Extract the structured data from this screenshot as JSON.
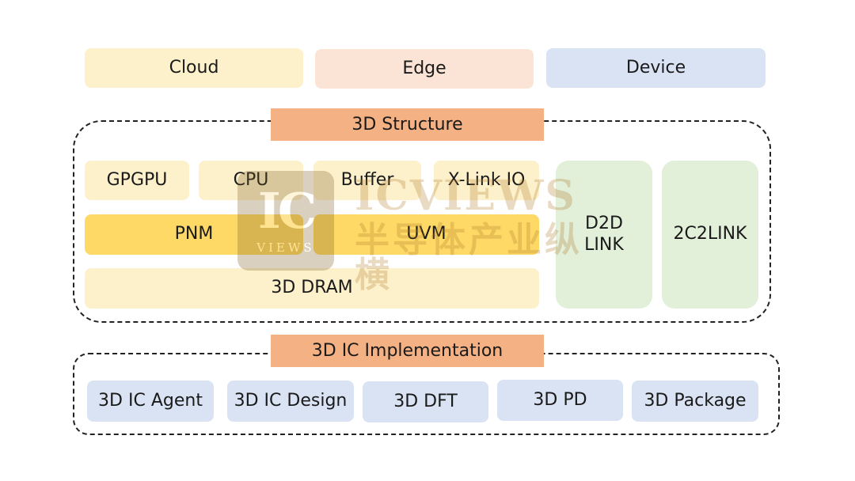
{
  "colors": {
    "cloud": "#fdf1cc",
    "edge": "#fbe4d5",
    "device": "#dae3f3",
    "header": "#f4b183",
    "unit": "#fdf1cc",
    "highlight": "#ffd966",
    "link": "#e2efd9",
    "impl": "#dae3f3"
  },
  "top_row": {
    "cloud": "Cloud",
    "edge": "Edge",
    "device": "Device"
  },
  "structure": {
    "title": "3D Structure",
    "units": {
      "gpgpu": "GPGPU",
      "cpu": "CPU",
      "buffer": "Buffer",
      "xlink_io": "X-Link IO"
    },
    "pnm": "PNM",
    "uvm": "UVM",
    "dram": "3D DRAM",
    "d2d_link": "D2D\nLINK",
    "c2c_link": "2C2LINK"
  },
  "implementation": {
    "title": "3D IC Implementation",
    "items": {
      "agent": "3D IC Agent",
      "design": "3D IC Design",
      "dft": "3D DFT",
      "pd": "3D PD",
      "package": "3D Package"
    }
  },
  "watermark": {
    "logo_main": "IC",
    "logo_sub": "VIEWS",
    "title": "ICVIEWS",
    "subtitle": "半导体产业纵横"
  }
}
